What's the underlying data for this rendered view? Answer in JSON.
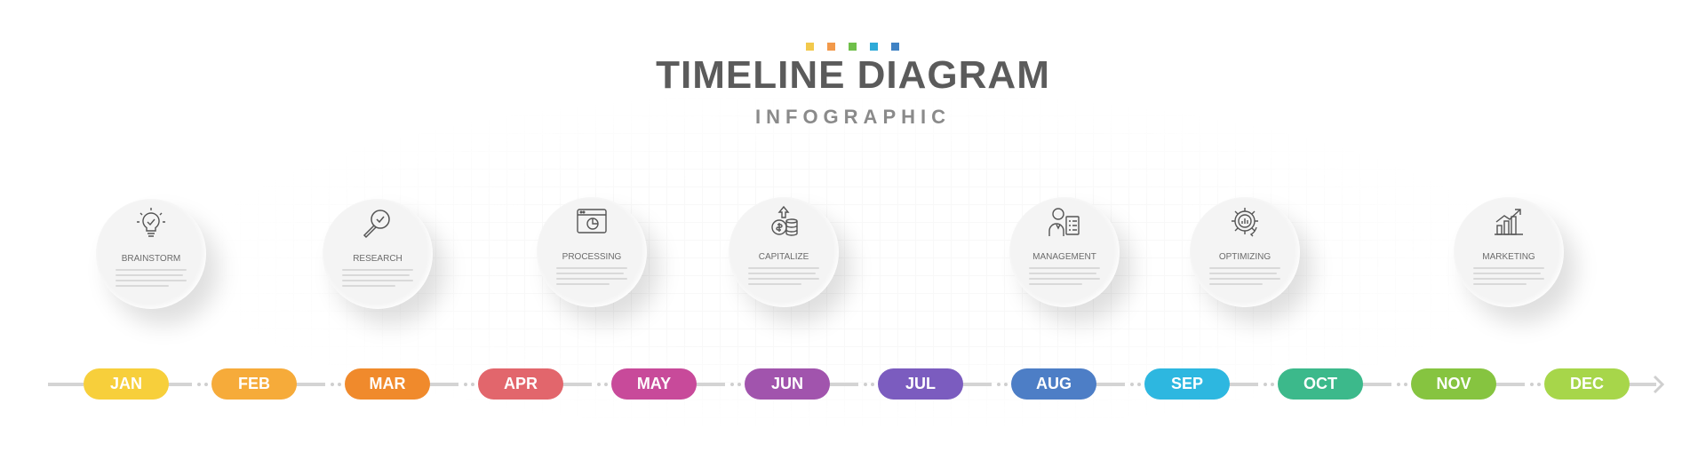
{
  "header": {
    "title": "TIMELINE DIAGRAM",
    "subtitle": "INFOGRAPHIC",
    "color_dots": [
      "#f2c94c",
      "#f2994a",
      "#6fbf4a",
      "#2eaad8",
      "#3f82c4"
    ]
  },
  "steps": [
    {
      "label": "BRAINSTORM",
      "icon": "lightbulb-icon"
    },
    {
      "label": "RESEARCH",
      "icon": "magnifier-icon"
    },
    {
      "label": "PROCESSING",
      "icon": "browser-chart-icon"
    },
    {
      "label": "CAPITALIZE",
      "icon": "coins-icon"
    },
    {
      "label": "MANAGEMENT",
      "icon": "manager-icon"
    },
    {
      "label": "OPTIMIZING",
      "icon": "gear-icon"
    },
    {
      "label": "MARKETING",
      "icon": "growth-chart-icon"
    }
  ],
  "months": [
    {
      "label": "JAN",
      "color": "#f7cf3b"
    },
    {
      "label": "FEB",
      "color": "#f6ab3a"
    },
    {
      "label": "MAR",
      "color": "#f08a2c"
    },
    {
      "label": "APR",
      "color": "#e2666c"
    },
    {
      "label": "MAY",
      "color": "#c84a9a"
    },
    {
      "label": "JUN",
      "color": "#a154ad"
    },
    {
      "label": "JUL",
      "color": "#7b5cbf"
    },
    {
      "label": "AUG",
      "color": "#4d7ec6"
    },
    {
      "label": "SEP",
      "color": "#2db7e0"
    },
    {
      "label": "OCT",
      "color": "#3cb98b"
    },
    {
      "label": "NOV",
      "color": "#86c440"
    },
    {
      "label": "DEC",
      "color": "#a7d64a"
    }
  ]
}
